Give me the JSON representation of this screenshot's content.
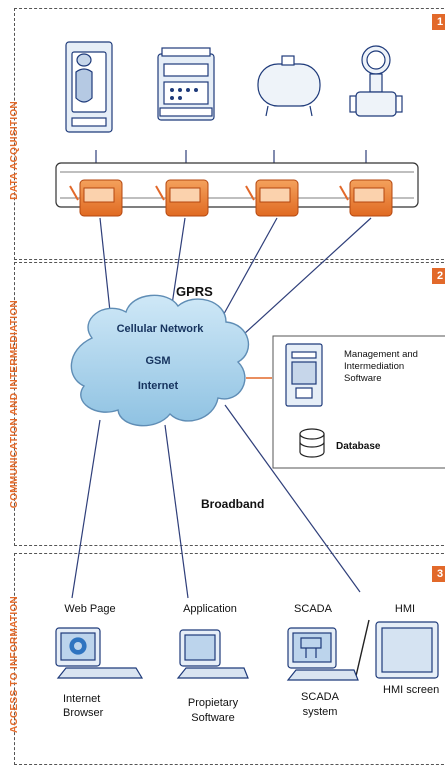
{
  "sections": [
    {
      "number": "1",
      "label": "DATA ACQUISITION"
    },
    {
      "number": "2",
      "label": "COMMUNICATION AND INTERMEDIATION"
    },
    {
      "number": "3",
      "label": "ACCESS TO INFORMATION"
    }
  ],
  "network": {
    "gprs": "GPRS",
    "cloud_line1": "Cellular Network",
    "cloud_line2": "GSM",
    "cloud_line3": "Internet",
    "broadband": "Broadband"
  },
  "server": {
    "line1": "Management and",
    "line2": "Intermediation",
    "line3": "Software",
    "database": "Database"
  },
  "clients": [
    {
      "top": "Web Page",
      "bottom1": "Internet",
      "bottom2": "Browser"
    },
    {
      "top": "Application",
      "bottom1": "Propietary",
      "bottom2": "Software"
    },
    {
      "top": "SCADA",
      "bottom1": "SCADA",
      "bottom2": "system"
    },
    {
      "top": "HMI",
      "bottom1": "HMI screen",
      "bottom2": ""
    }
  ],
  "colors": {
    "accent": "#e2692a",
    "cloud": "#a9d3ec",
    "line": "#2f3f7a",
    "device": "#1e3a7a"
  }
}
